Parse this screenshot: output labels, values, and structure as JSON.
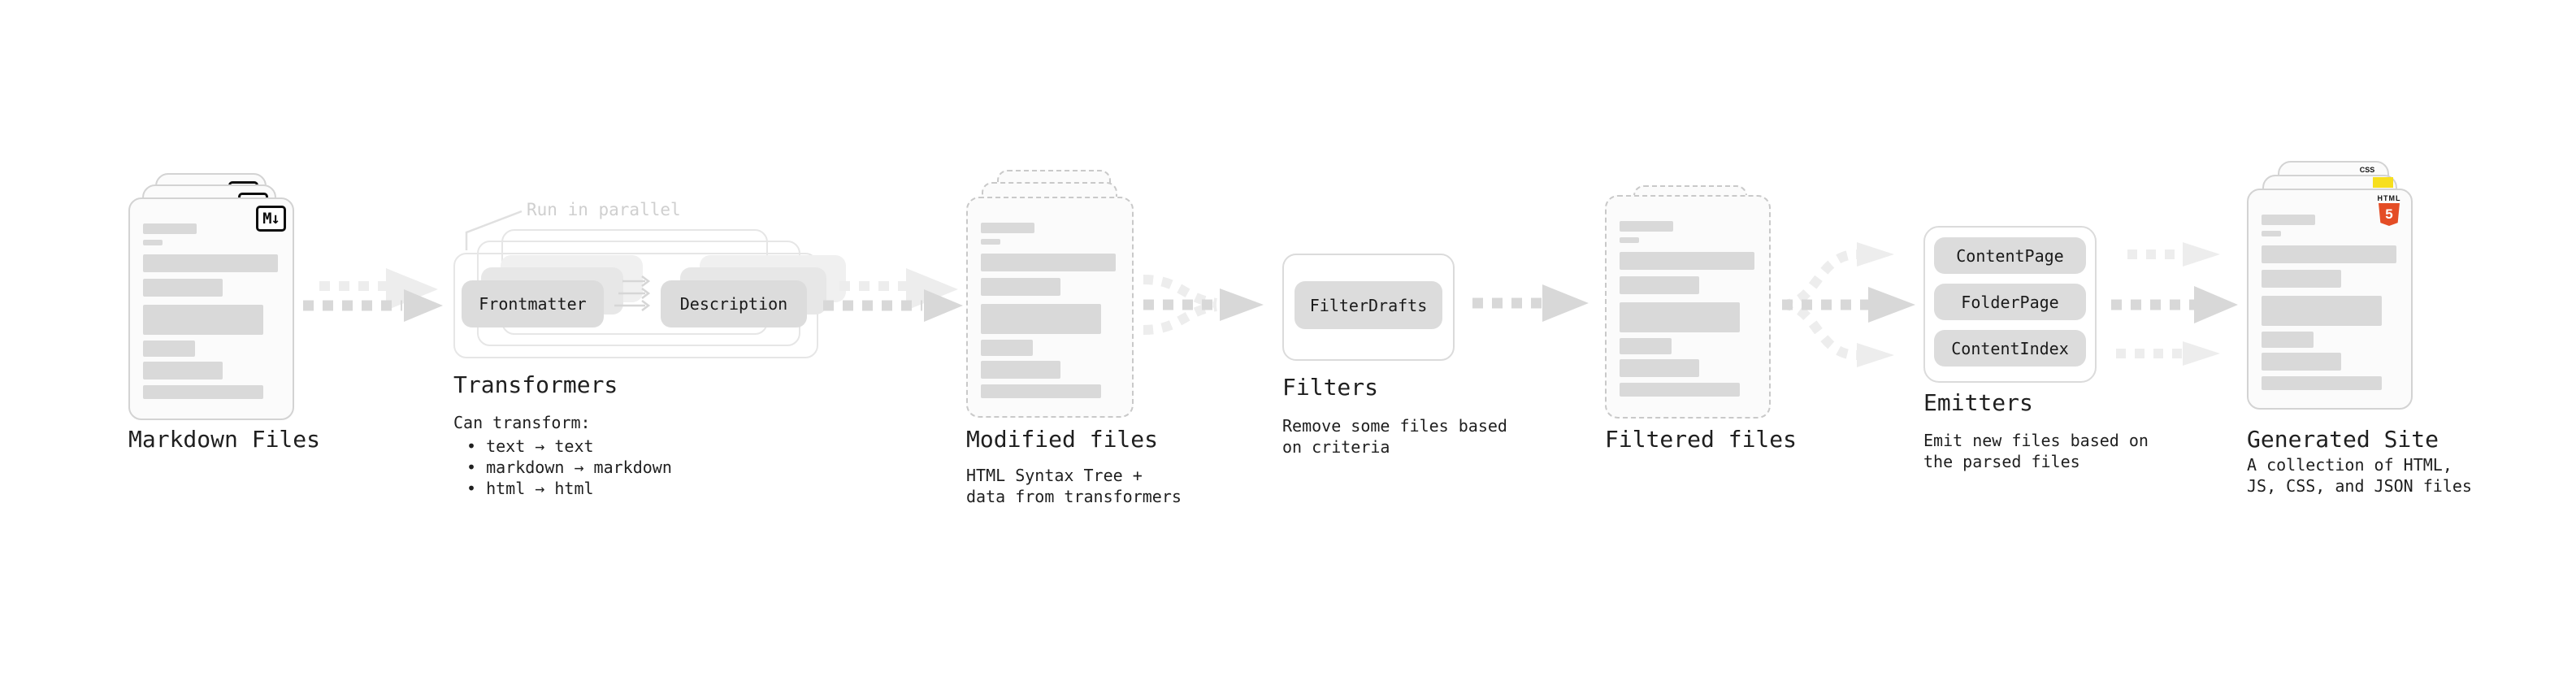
{
  "colors": {
    "text": "#1f1f1f",
    "bar": "#d9d9d9",
    "card_bg": "#fbfbfb",
    "card_border": "#d3d3d3",
    "dashed_border": "#c9c9c9",
    "frame_border": "#e6e6e6",
    "panel_border": "#dbdbdb",
    "button_bg": "#dcdcdc",
    "button_ghost1": "#e7e7e7",
    "button_ghost2": "#f0f0f0",
    "arrow_dark": "#d8d8d8",
    "arrow_light": "#ededed",
    "thin_arrow": "#d6d6d6",
    "annotation": "#cfcfcf",
    "connector": "#e0e0e0",
    "js_yellow": "#f7df1e",
    "css_blue": "#2965f1",
    "html_orange": "#e44d26"
  },
  "stages": {
    "markdown_files": {
      "title": "Markdown Files",
      "badge": "M↓"
    },
    "transformers": {
      "title": "Transformers",
      "annotation": "Run in parallel",
      "buttons": [
        "Frontmatter",
        "Description"
      ],
      "heading": "Can transform:",
      "bullets": [
        "• text → text",
        "• markdown → markdown",
        "• html → html"
      ]
    },
    "modified_files": {
      "title": "Modified files",
      "description": [
        "HTML Syntax Tree +",
        "data from transformers"
      ]
    },
    "filters": {
      "title": "Filters",
      "buttons": [
        "FilterDrafts"
      ],
      "description": [
        "Remove some files based",
        "on criteria"
      ]
    },
    "filtered_files": {
      "title": "Filtered files"
    },
    "emitters": {
      "title": "Emitters",
      "buttons": [
        "ContentPage",
        "FolderPage",
        "ContentIndex"
      ],
      "description": [
        "Emit new files based on",
        "the parsed files"
      ]
    },
    "generated_site": {
      "title": "Generated Site",
      "badges": {
        "css": "CSS",
        "html": "HTML",
        "html5_number": "5"
      },
      "description": [
        "A collection of HTML,",
        "JS, CSS, and JSON files"
      ]
    }
  }
}
